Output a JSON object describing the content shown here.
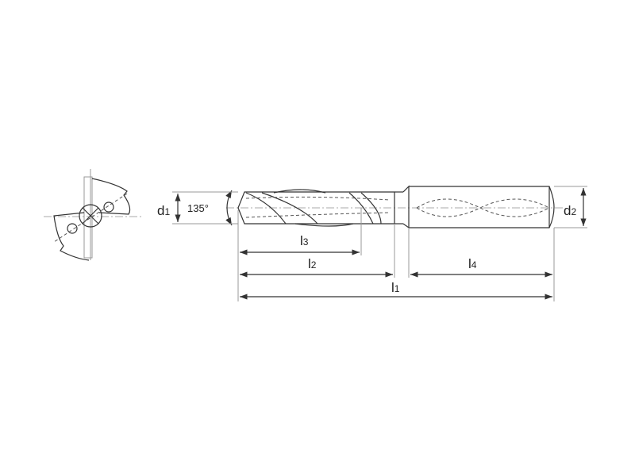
{
  "drawing": {
    "angle_label": "135°",
    "dimensions": {
      "d1": {
        "main": "d",
        "sub": "1"
      },
      "d2": {
        "main": "d",
        "sub": "2"
      },
      "l1": {
        "main": "l",
        "sub": "1"
      },
      "l2": {
        "main": "l",
        "sub": "2"
      },
      "l3": {
        "main": "l",
        "sub": "3"
      },
      "l4": {
        "main": "l",
        "sub": "4"
      }
    }
  }
}
